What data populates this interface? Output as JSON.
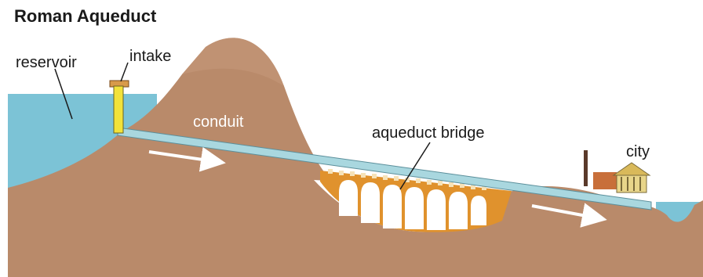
{
  "title": "Roman Aqueduct",
  "labels": {
    "reservoir": "reservoir",
    "intake": "intake",
    "conduit": "conduit",
    "aqueduct_bridge": "aqueduct bridge",
    "city": "city"
  },
  "colors": {
    "water": "#7cc3d6",
    "ground": "#b98a6a",
    "hill": "#b07e5e",
    "ground_dark": "#8e5f44",
    "conduit": "#a9d7df",
    "arches": "#e0922d",
    "intake_tower": "#f2e23a",
    "flow_arrow": "#ffffff"
  }
}
